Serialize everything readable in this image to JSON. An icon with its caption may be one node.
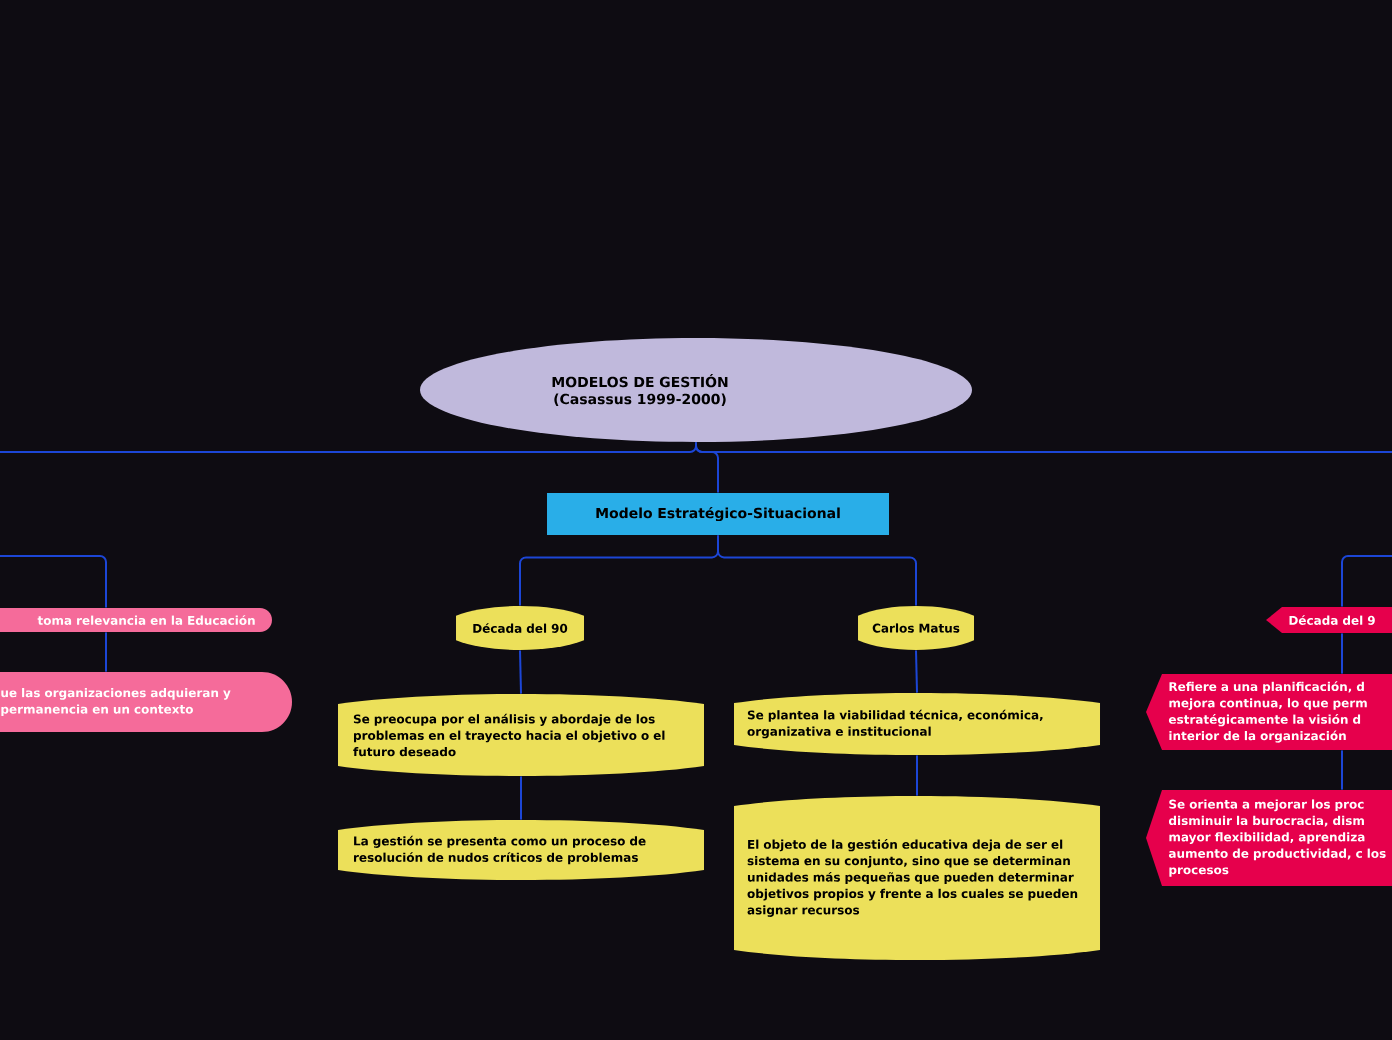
{
  "diagram": {
    "nodes": [
      {
        "text": [
          "MODELOS DE GESTIÓN (Casassus 1999-2000)"
        ]
      },
      {
        "text": [
          "Modelo Estratégico-Situacional"
        ]
      },
      {
        "text": [
          "toma relevancia en la Educación"
        ]
      },
      {
        "text": [
          "ue las organizaciones adquieran y permanencia en un contexto"
        ]
      },
      {
        "text": [
          "Década del 90"
        ]
      },
      {
        "text": [
          "Se preocupa por el análisis y abordaje de los problemas en el trayecto hacia el objetivo o el futuro deseado"
        ]
      },
      {
        "text": [
          "La gestión se presenta como un proceso de resolución de nudos críticos de problemas"
        ]
      },
      {
        "text": [
          "Carlos Matus"
        ]
      },
      {
        "text": [
          "Se plantea la viabilidad técnica, económica, organizativa e institucional"
        ]
      },
      {
        "text": [
          "El objeto de la gestión educativa deja de ser el sistema en su conjunto, sino que se determinan unidades más pequeñas que pueden determinar objetivos propios y frente a los cuales se pueden asignar recursos"
        ]
      },
      {
        "text": [
          "Década del 9"
        ]
      },
      {
        "text": [
          "Refiere a una planificación, d mejora continua, lo que perm estratégicamente la visión d interior de la organización"
        ]
      },
      {
        "text": [
          "Se orienta a mejorar los proc disminuir la burocracia, dism mayor flexibilidad, aprendiza aumento de productividad, c los procesos"
        ]
      }
    ],
    "edges": [
      {
        "from": 0,
        "to": 1,
        "arrow": "none"
      },
      {
        "from": 0,
        "to": null,
        "arrow": "none"
      },
      {
        "from": 0,
        "to": null,
        "arrow": "none"
      },
      {
        "from": null,
        "to": 2,
        "arrow": "none"
      },
      {
        "from": 2,
        "to": 3,
        "arrow": "none"
      },
      {
        "from": 1,
        "to": 4,
        "arrow": "none"
      },
      {
        "from": 1,
        "to": 7,
        "arrow": "none"
      },
      {
        "from": 4,
        "to": 5,
        "arrow": "none"
      },
      {
        "from": 5,
        "to": 6,
        "arrow": "none"
      },
      {
        "from": 7,
        "to": 8,
        "arrow": "none"
      },
      {
        "from": 8,
        "to": 9,
        "arrow": "none"
      },
      {
        "from": null,
        "to": 10,
        "arrow": "none"
      },
      {
        "from": 10,
        "to": 11,
        "arrow": "none"
      },
      {
        "from": 11,
        "to": 12,
        "arrow": "none"
      }
    ]
  }
}
